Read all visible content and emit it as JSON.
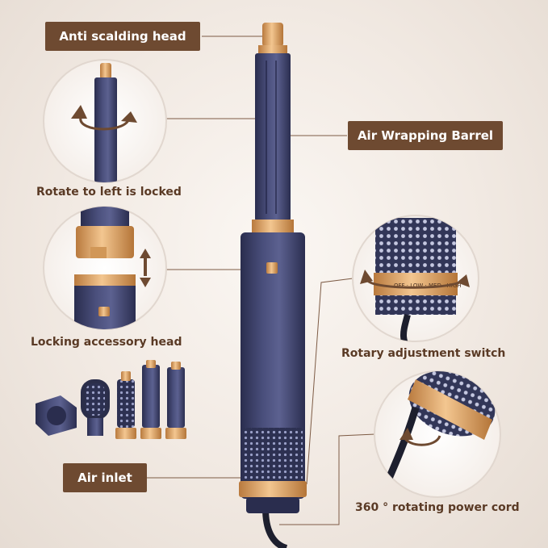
{
  "labels": {
    "anti_scalding_head": "Anti scalding head",
    "air_wrapping_barrel": "Air Wrapping Barrel",
    "rotate_locked": "Rotate to left is locked",
    "locking_head": "Locking accessory head",
    "rotary_switch": "Rotary adjustment switch",
    "air_inlet": "Air inlet",
    "power_cord": "360 ° rotating power cord"
  },
  "switch_marks": [
    "OFF",
    "LOW",
    "MED",
    "HIGH"
  ],
  "colors": {
    "label_bg": "#6e4a31",
    "label_text": "#ffffff",
    "caption_text": "#5a3a25",
    "body_navy": "#3b3f66",
    "accent_gold": "#d9a266"
  }
}
